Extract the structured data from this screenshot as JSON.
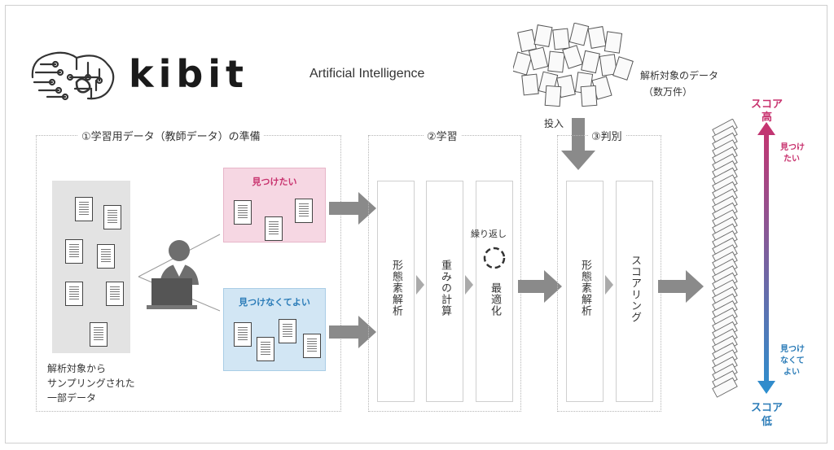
{
  "brand": {
    "logo_text": "kibit",
    "tagline": "Artificial Intelligence"
  },
  "input_data": {
    "label_line1": "解析対象のデータ",
    "label_line2": "（数万件）",
    "insert_label": "投入"
  },
  "section1": {
    "title": "①学習用データ（教師データ）の準備",
    "sample_caption_line1": "解析対象から",
    "sample_caption_line2": "サンプリングされた",
    "sample_caption_line3": "一部データ",
    "positive_label": "見つけたい",
    "negative_label": "見つけなくてよい"
  },
  "section2": {
    "title": "②学習",
    "step1": "形態素解析",
    "step2": "重みの計算",
    "repeat_label": "繰り返し",
    "step3": "最適化"
  },
  "section3": {
    "title": "③判別",
    "step1": "形態素解析",
    "step2": "スコアリング"
  },
  "score_scale": {
    "top_label_1": "スコア",
    "top_label_2": "高",
    "top_note_1": "見つけ",
    "top_note_2": "たい",
    "bottom_note_1": "見つけ",
    "bottom_note_2": "なくて",
    "bottom_note_3": "よい",
    "bottom_label_1": "スコア",
    "bottom_label_2": "低"
  },
  "colors": {
    "pink_accent": "#c8326e",
    "blue_accent": "#2b7cb8",
    "arrow_gray": "#8a8a8a"
  }
}
